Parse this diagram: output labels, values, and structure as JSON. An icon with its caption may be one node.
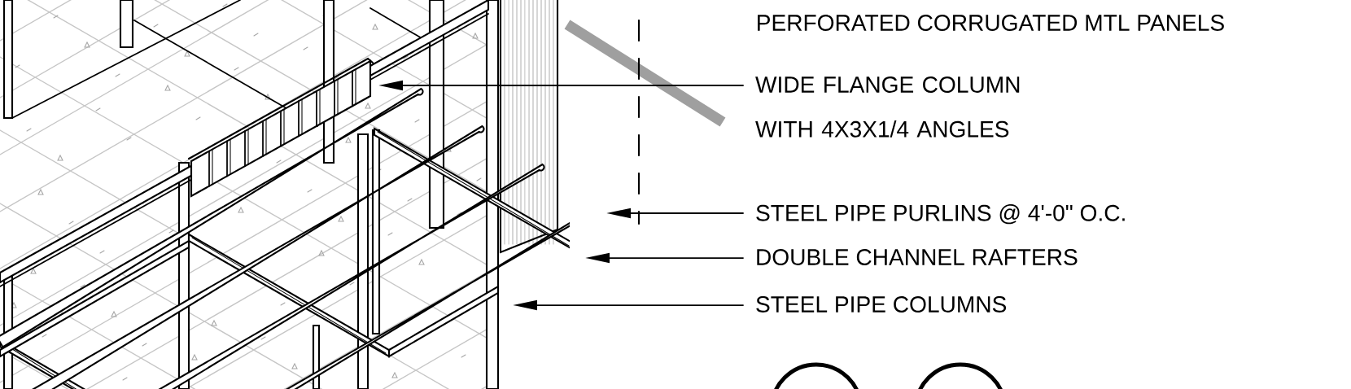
{
  "diagram": {
    "nodes": [
      {
        "text": [
          "WIDE FLANGE COLUMN WITH 4X3X1/4 ANGLES"
        ]
      },
      {
        "text": [
          "STEEL PIPE PURLINS @ 4'-0\" O.C."
        ]
      },
      {
        "text": [
          "DOUBLE CHANNEL RAFTERS"
        ]
      },
      {
        "text": [
          "STEEL PIPE COLUMNS"
        ]
      },
      {
        "text": [],
        "shape": "circle"
      },
      {
        "text": [],
        "shape": "circle"
      }
    ],
    "edges": [
      {
        "from": 0,
        "to": null,
        "arrow": "to"
      },
      {
        "from": 1,
        "to": null,
        "arrow": "to"
      },
      {
        "from": 2,
        "to": null,
        "arrow": "to"
      },
      {
        "from": 3,
        "to": null,
        "arrow": "to"
      }
    ],
    "labels": [
      "PERFORATED CORRUGATED MTL PANELS"
    ]
  }
}
